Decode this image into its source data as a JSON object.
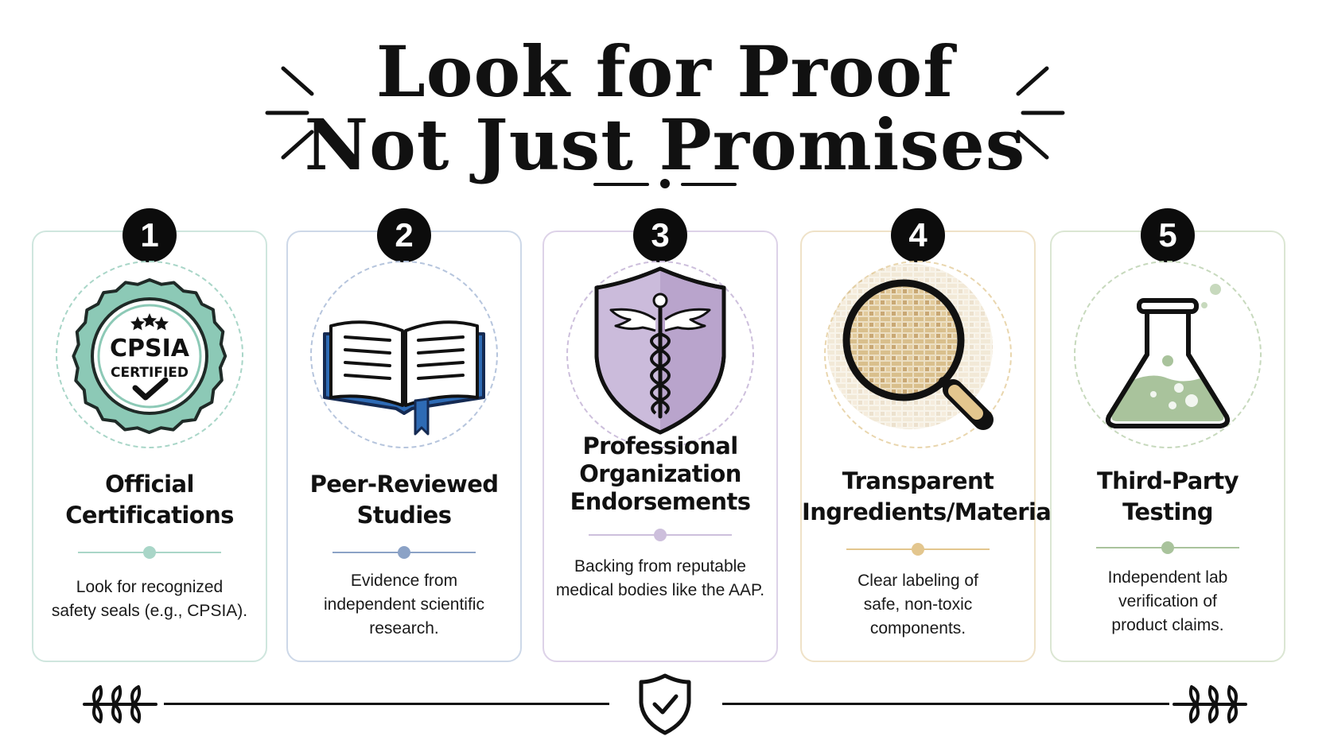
{
  "title": {
    "line1": "Look for Proof",
    "line2": "Not Just Promises"
  },
  "cards": [
    {
      "number": "1",
      "heading": [
        "Official",
        "Certifications"
      ],
      "description": [
        "Look for recognized",
        "safety seals (e.g., CPSIA)."
      ],
      "seal_text": [
        "CPSIA",
        "CERTIFIED"
      ],
      "icon": "cpsia-seal-icon",
      "accent": "#8cc9b6"
    },
    {
      "number": "2",
      "heading": [
        "Peer-Reviewed",
        "Studies"
      ],
      "description": [
        "Evidence from",
        "independent scientific",
        "research."
      ],
      "icon": "open-book-icon",
      "accent": "#8ba2c6"
    },
    {
      "number": "3",
      "heading": [
        "Professional",
        "Organization",
        "Endorsements"
      ],
      "description": [
        "Backing from reputable",
        "medical bodies like the AAP."
      ],
      "icon": "caduceus-shield-icon",
      "accent": "#b9a4cc"
    },
    {
      "number": "4",
      "heading": [
        "Transparent",
        "Ingredients/Materials"
      ],
      "description": [
        "Clear labeling of",
        "safe, non-toxic",
        "components."
      ],
      "icon": "magnifying-glass-icon",
      "accent": "#e3c68e"
    },
    {
      "number": "5",
      "heading": [
        "Third-Party",
        "Testing"
      ],
      "description": [
        "Independent lab",
        "verification of",
        "product claims."
      ],
      "icon": "lab-flask-icon",
      "accent": "#a9c39c"
    }
  ],
  "footer": {
    "icon": "shield-check-icon"
  }
}
